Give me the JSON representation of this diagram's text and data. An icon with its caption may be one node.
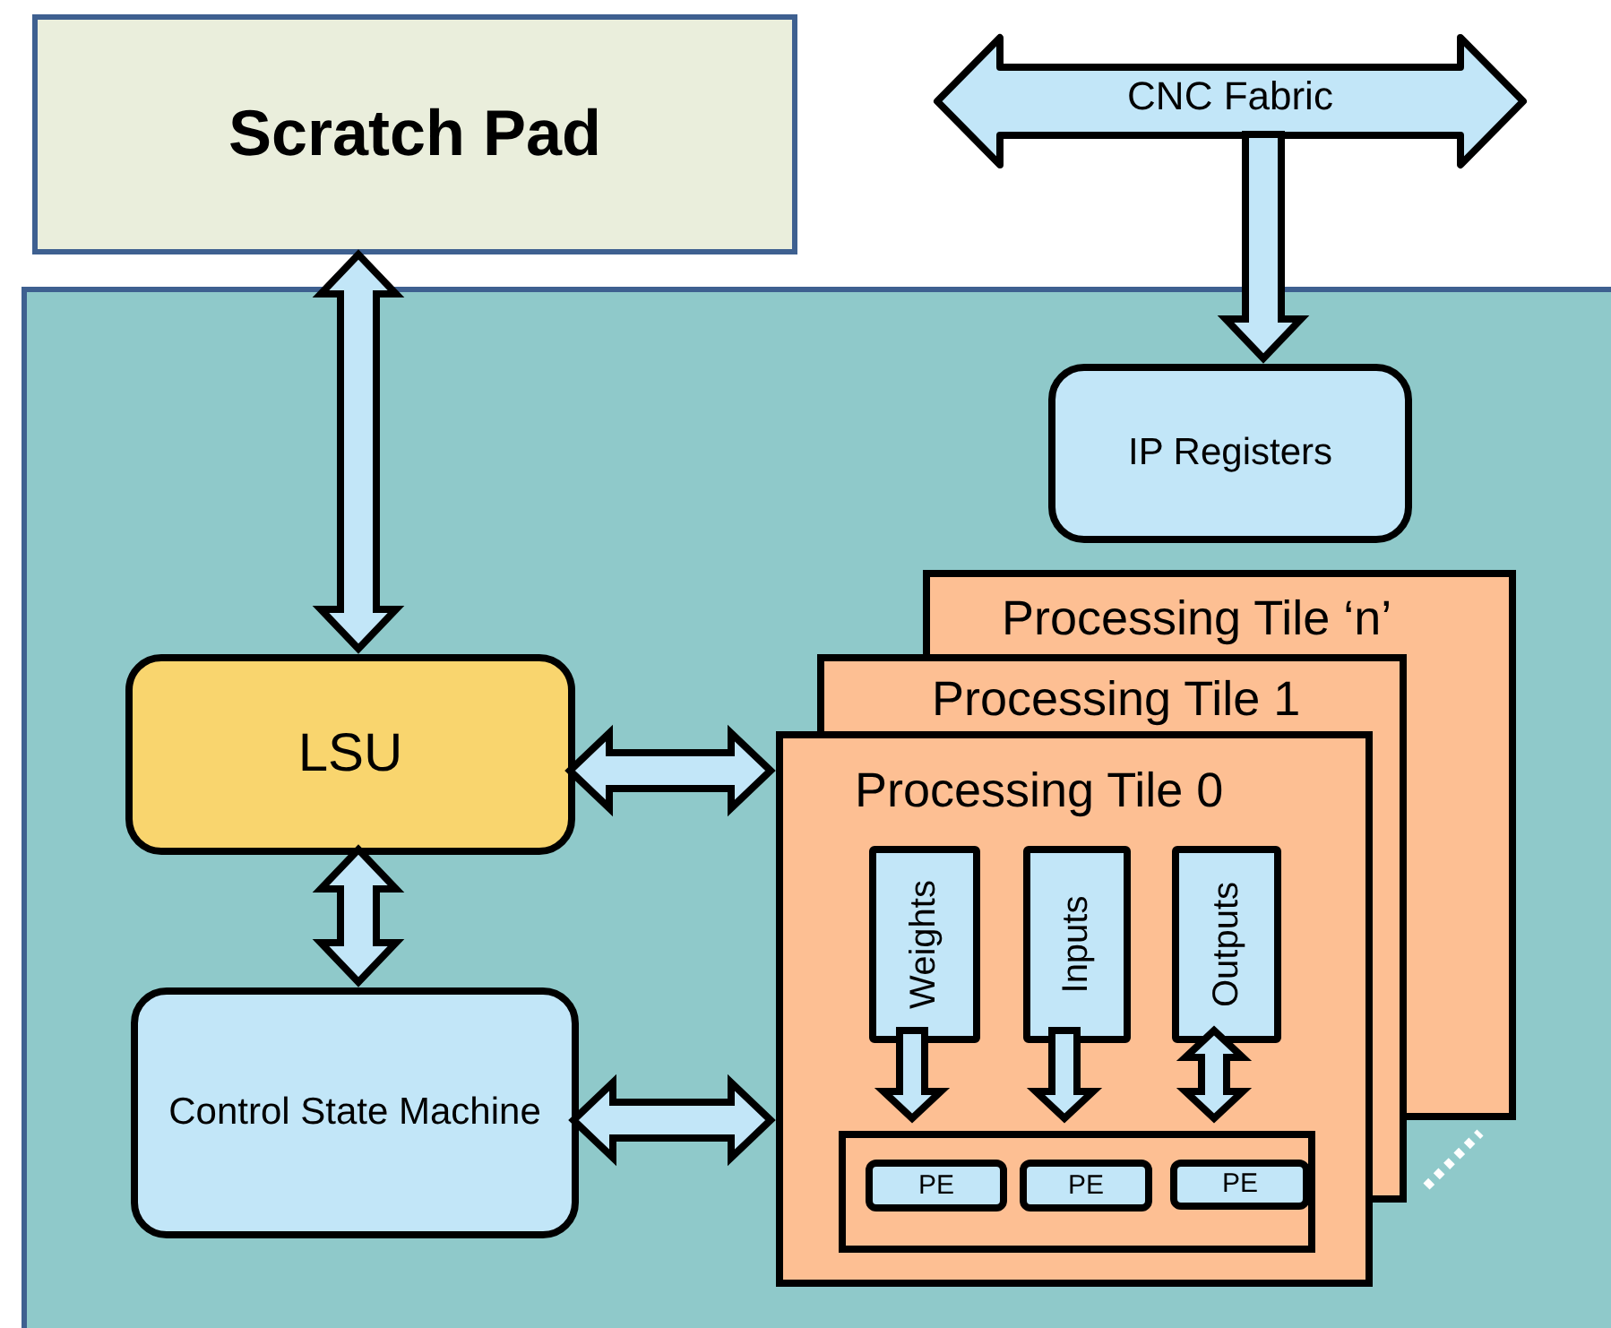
{
  "diagram": {
    "nodes": [
      {
        "text": [
          "Scratch Pad"
        ]
      },
      {
        "text": [],
        "shape": "box"
      },
      {
        "text": [
          "CNC Fabric"
        ]
      },
      {
        "text": [
          "IP Registers"
        ],
        "in": 1
      },
      {
        "text": [
          "LSU"
        ],
        "in": 1
      },
      {
        "text": [
          "Control State Machine"
        ],
        "in": 1
      },
      {
        "text": [
          "Processing Tile ‘n’"
        ],
        "in": 1
      },
      {
        "text": [
          "Processing Tile 1"
        ],
        "in": 1
      },
      {
        "text": [
          "Processing Tile 0"
        ],
        "in": 1
      },
      {
        "text": [
          "Weights"
        ],
        "in": 8
      },
      {
        "text": [
          "Inputs"
        ],
        "in": 8
      },
      {
        "text": [
          "Outputs"
        ],
        "in": 8
      },
      {
        "text": [],
        "shape": "box",
        "in": 8
      },
      {
        "text": [
          "PE"
        ],
        "in": 12
      },
      {
        "text": [
          "PE"
        ],
        "in": 12
      },
      {
        "text": [
          "PE"
        ],
        "in": 12
      }
    ],
    "edges": [
      {
        "from": 0,
        "to": 4,
        "arrow": "both"
      },
      {
        "from": 2,
        "to": 3,
        "arrow": "to"
      },
      {
        "from": 4,
        "to": 8,
        "arrow": "both"
      },
      {
        "from": 4,
        "to": 5,
        "arrow": "both"
      },
      {
        "from": 5,
        "to": 8,
        "arrow": "both"
      },
      {
        "from": 9,
        "to": 12,
        "arrow": "to"
      },
      {
        "from": 10,
        "to": 12,
        "arrow": "to"
      },
      {
        "from": 11,
        "to": 12,
        "arrow": "both"
      }
    ]
  }
}
